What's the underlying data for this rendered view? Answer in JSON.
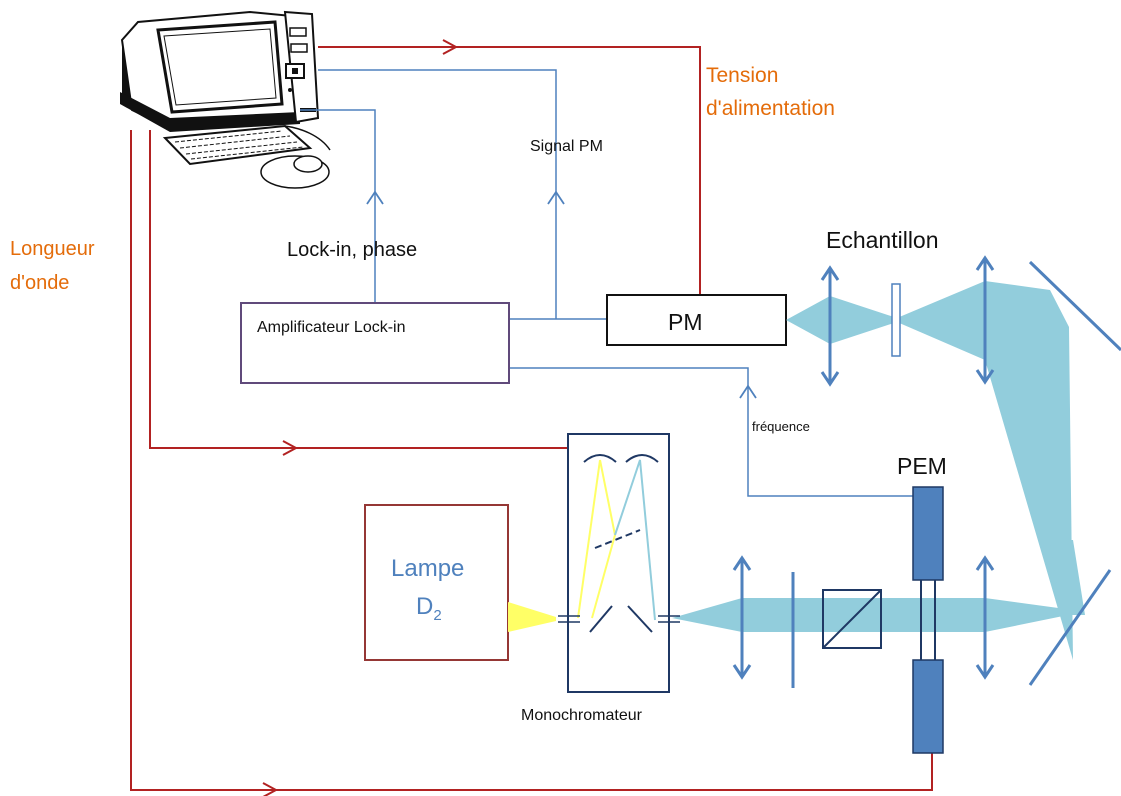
{
  "labels": {
    "tension": "Tension",
    "alimentation": "d'alimentation",
    "signal_pm": "Signal PM",
    "longueur": "Longueur",
    "onde": "d'onde",
    "lockin_phase": "Lock-in, phase",
    "echantillon": "Echantillon",
    "ampli": "Amplificateur Lock-in",
    "pm": "PM",
    "frequence": "fréquence",
    "pem": "PEM",
    "lampe": "Lampe",
    "d": "D",
    "d_sub": "2",
    "monochromateur": "Monochromateur"
  },
  "colors": {
    "red_wire": "#b22222",
    "blue_wire": "#4f81bd",
    "orange_text": "#e46c0a",
    "beam": "#92cddc",
    "yellow_beam": "#ffff66",
    "lamp_box": "#953735",
    "ampli_box": "#604a7b",
    "optics": "#4f81bd",
    "pem_block": "#4f81bd",
    "mono_box": "#1f3864"
  }
}
